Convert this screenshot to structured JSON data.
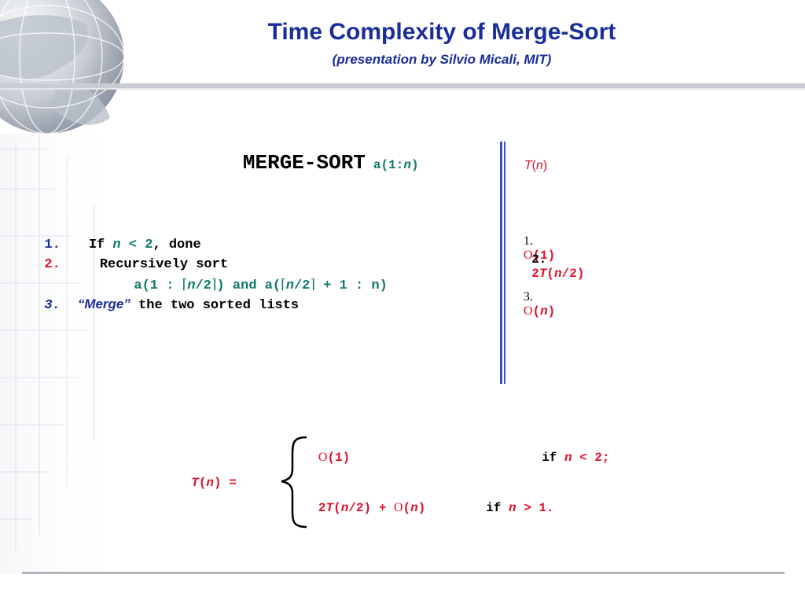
{
  "slide": {
    "title": "Time Complexity of Merge-Sort",
    "subtitle": "(presentation by Silvio Micali, MIT)"
  },
  "algorithm": {
    "name": "MERGE-SORT",
    "arg_prefix": "a(1:",
    "arg_var": "n",
    "arg_suffix": ")",
    "steps": [
      {
        "num": "1.",
        "pre": "If ",
        "var": "n",
        "cond": " < 2",
        "post": ", done"
      },
      {
        "num": "2.",
        "text": "Recursively sort"
      },
      {
        "text_a": "a(1 : ",
        "ceil_open": "⌈",
        "var": "n",
        "half": "/2",
        "ceil_close": "⌉",
        "mid": ") and a(",
        "ceil_open2": "⌈",
        "var2": "n",
        "half2": "/2",
        "ceil_close2": "⌉",
        "tail": " + 1 : n)"
      },
      {
        "num": "3.",
        "merge": "“Merge”",
        "post": " the two sorted lists"
      }
    ]
  },
  "cost": {
    "header_t": "T",
    "header_open": "(",
    "header_var": "n",
    "header_close": ")",
    "c1_num": "1.",
    "c1_o": "O",
    "c1_val": "(1)",
    "c2_num": "2.",
    "c2_pre": "2",
    "c2_t": "T",
    "c2_open": "(",
    "c2_var": "n",
    "c2_close": "/2)",
    "c3_num": "3.",
    "c3_o": "O",
    "c3_open": "(",
    "c3_var": "n",
    "c3_close": ")"
  },
  "recurrence": {
    "lhs_t": "T",
    "lhs_open": "(",
    "lhs_var": "n",
    "lhs_close": ") =",
    "case1_o": "O",
    "case1_val": "(1)",
    "case1_if": "if ",
    "case1_var": "n",
    "case1_cond": " < 2;",
    "case2_pre": "2",
    "case2_t": "T",
    "case2_open": "(",
    "case2_var": "n",
    "case2_mid": "/2) + ",
    "case2_o": "O",
    "case2_open2": "(",
    "case2_var2": "n",
    "case2_close": ")",
    "case2_if": "if ",
    "case2_var3": "n",
    "case2_cond": " > 1."
  },
  "colors": {
    "title": "#1a2e9a",
    "accent_red": "#e0102a",
    "teal": "#0f7a6a",
    "divider": "#3a4fc0"
  }
}
